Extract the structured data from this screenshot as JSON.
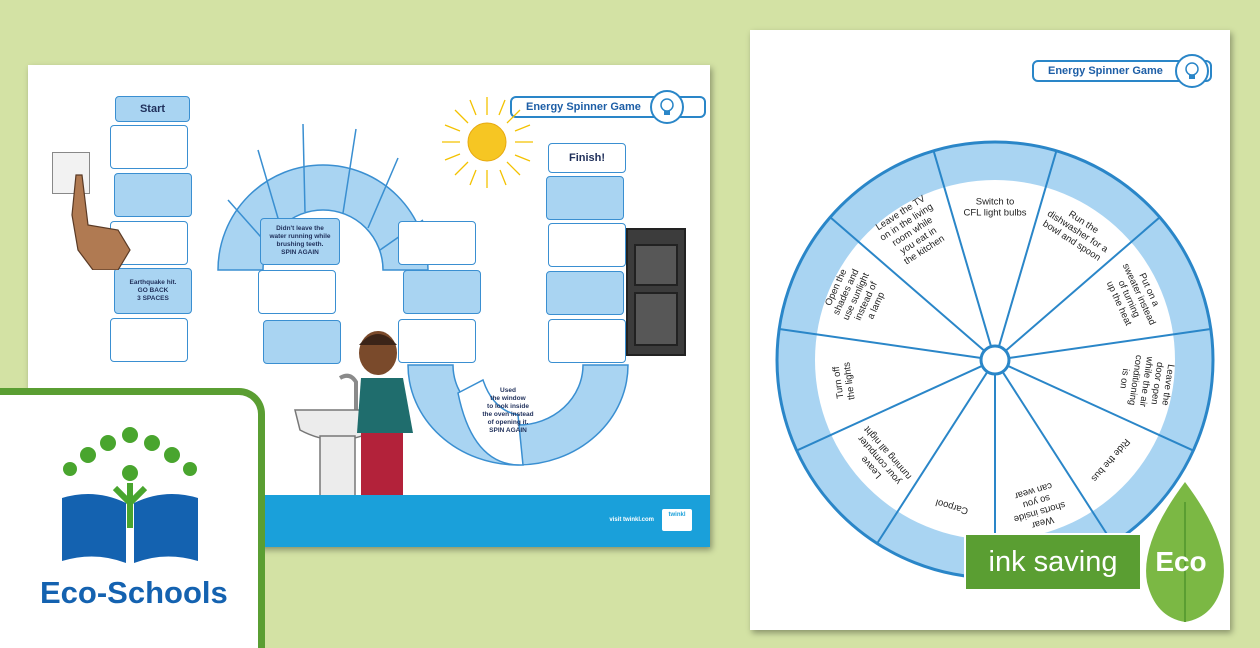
{
  "board": {
    "header_title": "Energy Spinner Game",
    "start_label": "Start",
    "finish_label": "Finish!",
    "note_water": [
      "Didn't leave the",
      "water running while",
      "brushing teeth."
    ],
    "note_water_action": "SPIN AGAIN",
    "note_earthquake": "Earthquake hit.",
    "note_earthquake_action": [
      "GO BACK",
      "3 SPACES"
    ],
    "note_window": [
      "Used",
      "the window",
      "to look inside",
      "the oven instead",
      "of opening it."
    ],
    "note_window_action": "SPIN AGAIN",
    "footer_url": "visit twinkl.com",
    "footer_brand": "twinkl"
  },
  "spinner": {
    "header_title": "Energy Spinner Game",
    "segments": [
      [
        "Switch to",
        "CFL light bulbs"
      ],
      [
        "Run the",
        "dishwasher for a",
        "bowl and spoon"
      ],
      [
        "Put on a",
        "sweater instead",
        "of turning",
        "up the heat"
      ],
      [
        "Leave the",
        "door open",
        "while the air",
        "conditioning",
        "is on"
      ],
      [
        "Ride the bus"
      ],
      [
        "Wear",
        "shorts inside",
        "so you",
        "can wear"
      ],
      [
        "Carpool"
      ],
      [
        "Leave",
        "your computer",
        "running all night"
      ],
      [
        "Turn off",
        "the lights"
      ],
      [
        "Open the",
        "shades and",
        "use sunlight",
        "instead of",
        "a lamp"
      ],
      [
        "Leave the TV",
        "on in the living",
        "room while",
        "you eat in",
        "the kitchen"
      ]
    ]
  },
  "logo": {
    "name": "Eco-Schools"
  },
  "badge": {
    "left": "ink saving",
    "right": "Eco"
  },
  "colors": {
    "background": "#d3e2a4",
    "square_blue": "#a9d4f2",
    "outline": "#3a8fd1",
    "brand_blue": "#1d5ea6",
    "badge_green": "#5a9e32"
  }
}
